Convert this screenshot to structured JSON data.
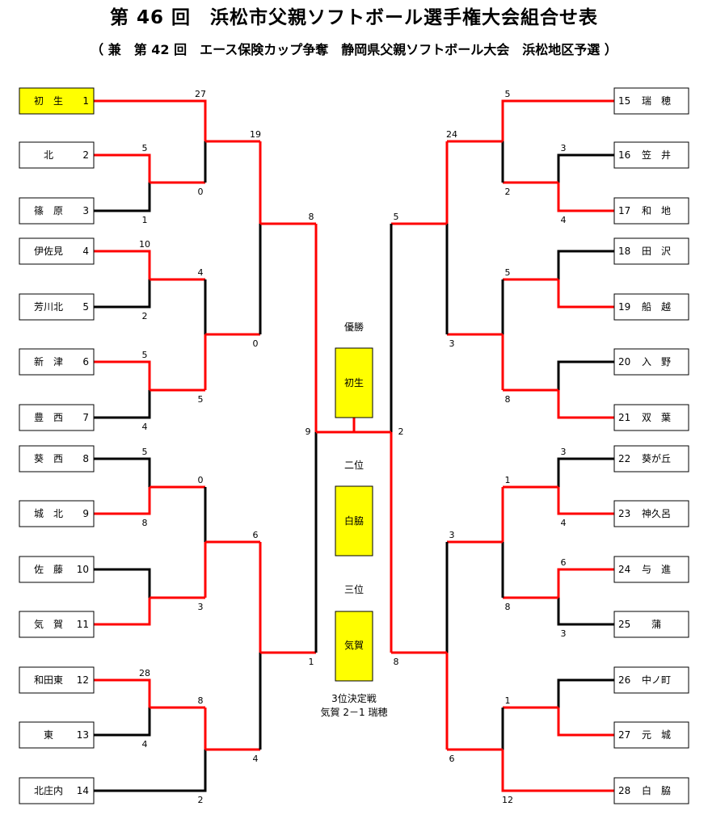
{
  "title": "第 46 回　浜松市父親ソフトボール選手権大会組合せ表",
  "subtitle": "（ 兼　第 42 回　エース保険カップ争奪　静岡県父親ソフトボール大会　浜松地区予選 ）",
  "colors": {
    "win": "#ff0000",
    "lose": "#000000",
    "highlight": "#ffff00"
  },
  "left_teams": [
    {
      "name": "初　生",
      "num": "1"
    },
    {
      "name": "北",
      "num": "2"
    },
    {
      "name": "篠　原",
      "num": "3"
    },
    {
      "name": "伊佐見",
      "num": "4"
    },
    {
      "name": "芳川北",
      "num": "5"
    },
    {
      "name": "新　津",
      "num": "6"
    },
    {
      "name": "豊　西",
      "num": "7"
    },
    {
      "name": "葵　西",
      "num": "8"
    },
    {
      "name": "城　北",
      "num": "9"
    },
    {
      "name": "佐　藤",
      "num": "10"
    },
    {
      "name": "気　賀",
      "num": "11"
    },
    {
      "name": "和田東",
      "num": "12"
    },
    {
      "name": "東",
      "num": "13"
    },
    {
      "name": "北庄内",
      "num": "14"
    }
  ],
  "right_teams": [
    {
      "num": "15",
      "name": "瑞　穂"
    },
    {
      "num": "16",
      "name": "笠　井"
    },
    {
      "num": "17",
      "name": "和　地"
    },
    {
      "num": "18",
      "name": "田　沢"
    },
    {
      "num": "19",
      "name": "船　越"
    },
    {
      "num": "20",
      "name": "入　野"
    },
    {
      "num": "21",
      "name": "双　葉"
    },
    {
      "num": "22",
      "name": "葵が丘"
    },
    {
      "num": "23",
      "name": "神久呂"
    },
    {
      "num": "24",
      "name": "与　進"
    },
    {
      "num": "25",
      "name": "蒲"
    },
    {
      "num": "26",
      "name": "中ノ町"
    },
    {
      "num": "27",
      "name": "元　城"
    },
    {
      "num": "28",
      "name": "白　脇"
    }
  ],
  "scores": {
    "l_r1_2v3": [
      "5",
      "1"
    ],
    "l_r1_4v5": [
      "10",
      "2"
    ],
    "l_r1_6v7": [
      "5",
      "4"
    ],
    "l_r1_8v9": [
      "5",
      "8"
    ],
    "l_r1_10v11": [
      "",
      ""
    ],
    "l_r1_12v13": [
      "28",
      "4"
    ],
    "l_r2_1v23": [
      "27",
      "0"
    ],
    "l_r2_45v67": [
      "4",
      "5"
    ],
    "l_r2_89v1011": [
      "0",
      "3"
    ],
    "l_r2_1213v14": [
      "8",
      "2"
    ],
    "l_r3_top": [
      "19",
      "0"
    ],
    "l_r3_bot": [
      "6",
      "4"
    ],
    "l_semi": [
      "8",
      "1"
    ],
    "r_r1_16v17": [
      "3",
      "4"
    ],
    "r_r1_18v19": [
      "",
      ""
    ],
    "r_r1_20v21": [
      "",
      ""
    ],
    "r_r1_22v23": [
      "3",
      "4"
    ],
    "r_r1_24v25": [
      "6",
      "3"
    ],
    "r_r1_26v27": [
      "",
      ""
    ],
    "r_r2_15v1617": [
      "5",
      "2"
    ],
    "r_r2_1819v2021": [
      "5",
      "8"
    ],
    "r_r2_2223v2425": [
      "1",
      "8"
    ],
    "r_r2_2627v28": [
      "1",
      "12"
    ],
    "r_r3_top": [
      "24",
      "3"
    ],
    "r_r3_bot": [
      "3",
      "6"
    ],
    "r_semi": [
      "5",
      "8"
    ],
    "final": [
      "9",
      "2"
    ]
  },
  "center": {
    "champion_label": "優勝",
    "champion": "初生",
    "runner_up_label": "二位",
    "runner_up": "白脇",
    "third_label": "三位",
    "third": "気賀",
    "third_match_title": "3位決定戦",
    "third_match_result": "気賀 2－1 瑞穂"
  }
}
